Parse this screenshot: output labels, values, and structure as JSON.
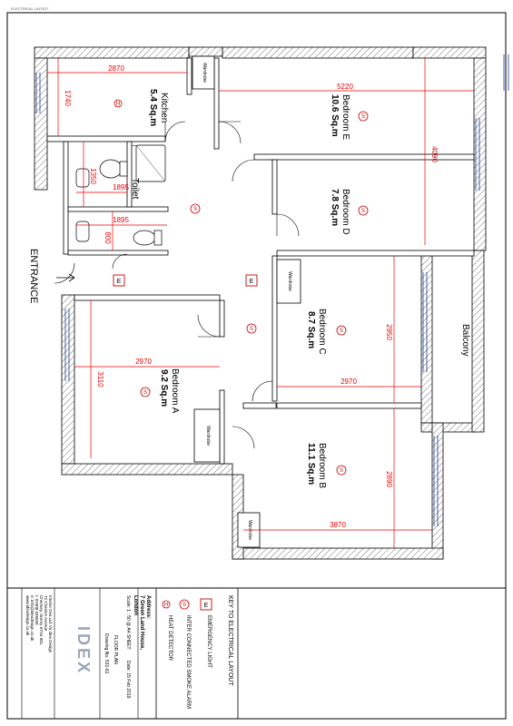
{
  "header": {
    "sheet_ref": "ELECTRICAL LAYOUT"
  },
  "rooms": {
    "kitchen": {
      "name": "Kitchen",
      "area": "5.4 Sq.m"
    },
    "bedroom_e": {
      "name": "Bedroom E",
      "area": "10.6 Sq.m"
    },
    "bedroom_d": {
      "name": "Bedroom D",
      "area": "7.8 Sq.m"
    },
    "bedroom_c": {
      "name": "Bedroom C",
      "area": "8.7 Sq.m"
    },
    "bedroom_a": {
      "name": "Bedroom A",
      "area": "9.2 Sq.m"
    },
    "bedroom_b": {
      "name": "Bedroom B",
      "area": "11.1 Sq.m"
    },
    "toilet": {
      "name": "Toilet"
    },
    "balcony": {
      "name": "Balcony"
    },
    "entrance": {
      "name": "ENTRANCE"
    }
  },
  "wardrobe_label": "Wardrobe",
  "dimensions": {
    "kitchen_w": "2870",
    "kitchen_h": "1740",
    "bedroom_e_w": "5220",
    "bedroom_e_h": "4090",
    "toilet_w1": "1895",
    "toilet_h1": "1350",
    "toilet_w2": "1895",
    "toilet_h2": "800",
    "bedroom_a_w": "2970",
    "bedroom_a_h": "3110",
    "bedroom_c_w": "2970",
    "bedroom_c_h": "2950",
    "bedroom_b_w": "3870",
    "bedroom_b_h": "2890"
  },
  "symbols": {
    "emergency": "E",
    "smoke": "S",
    "heat": "H"
  },
  "key": {
    "title": "KEY TO ELECTRICAL LAYOUT",
    "items": [
      {
        "symbol": "E",
        "label": "EMERGENCY LIGHT"
      },
      {
        "symbol": "S",
        "label": "INTER CONNECTED SMOKE ALARM"
      },
      {
        "symbol": "H",
        "label": "HEAT DETECTOR"
      }
    ]
  },
  "title_block": {
    "address_label": "Address:",
    "address_line1": "7 Green Land House,",
    "address_line2": "London",
    "scale": "Scale: 1 : 50 @ A4 SHEET",
    "date": "Date: 15 Feb 2019",
    "drawing_title": "FLOOR PLAN",
    "drawing_no": "Drawing No. 531-61",
    "logo": "IDEX",
    "company_lines": [
      "Interior Dea Lid. t/a Idex Design",
      "72 Cheston Avenue",
      "Chertsey, Surrey KT16 9DL",
      "t: 07908 699599",
      "e: info@idexdesign.co.uk",
      "www.idexdesign.co.uk"
    ]
  }
}
